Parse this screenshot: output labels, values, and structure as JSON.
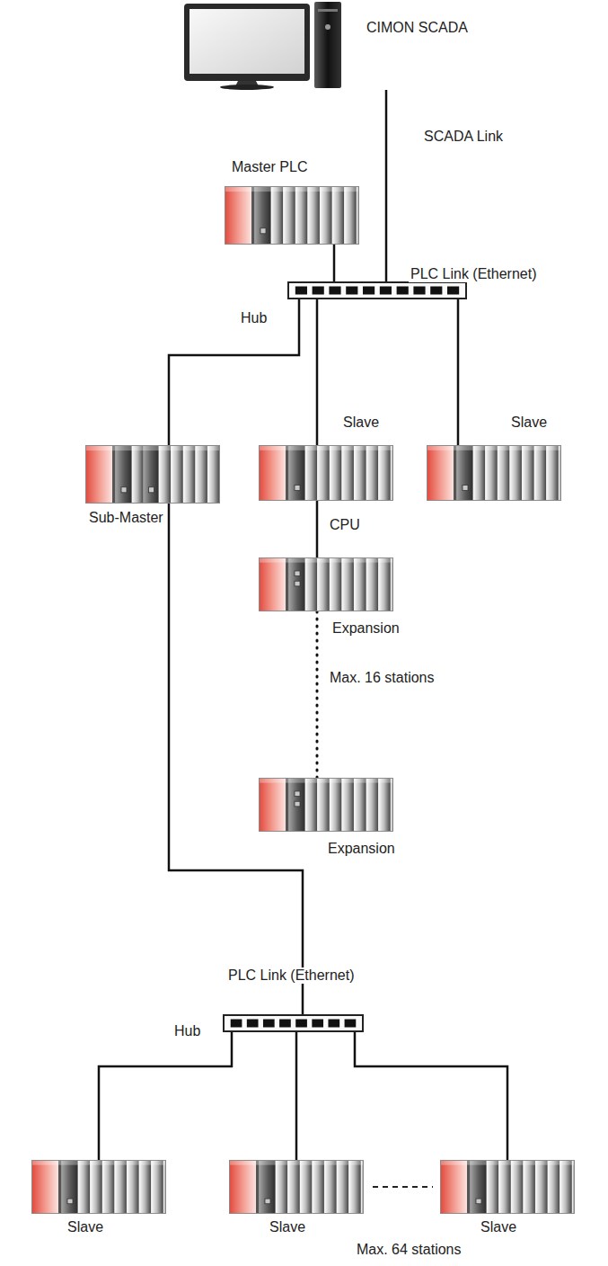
{
  "diagram": {
    "nodes": [
      {
        "text": [
          "CIMON SCADA"
        ]
      },
      {
        "text": [
          "Master PLC"
        ]
      },
      {
        "text": [
          "Hub"
        ]
      },
      {
        "text": [
          "Sub-Master"
        ]
      },
      {
        "text": [
          "Slave",
          "CPU"
        ]
      },
      {
        "text": [
          "Slave"
        ]
      },
      {
        "text": [
          "Expansion"
        ]
      },
      {
        "text": [
          "Expansion"
        ]
      },
      {
        "text": [
          "Hub"
        ]
      },
      {
        "text": [
          "Slave"
        ]
      },
      {
        "text": [
          "Slave"
        ]
      },
      {
        "text": [
          "Slave"
        ]
      }
    ],
    "edges": [
      {
        "from": 0,
        "to": 2,
        "arrow": "none"
      },
      {
        "from": 1,
        "to": 2,
        "arrow": "none"
      },
      {
        "from": 2,
        "to": 3,
        "arrow": "none"
      },
      {
        "from": 2,
        "to": 4,
        "arrow": "none"
      },
      {
        "from": 2,
        "to": 5,
        "arrow": "none"
      },
      {
        "from": 4,
        "to": 6,
        "arrow": "none"
      },
      {
        "from": 6,
        "to": 7,
        "arrow": "none"
      },
      {
        "from": 3,
        "to": 8,
        "arrow": "none"
      },
      {
        "from": 8,
        "to": 9,
        "arrow": "none"
      },
      {
        "from": 8,
        "to": 10,
        "arrow": "none"
      },
      {
        "from": 8,
        "to": 11,
        "arrow": "none"
      }
    ],
    "labels": [
      "SCADA Link",
      "PLC Link (Ethernet)",
      "Max. 16 stations",
      "PLC Link (Ethernet)",
      "Max. 64 stations"
    ]
  }
}
